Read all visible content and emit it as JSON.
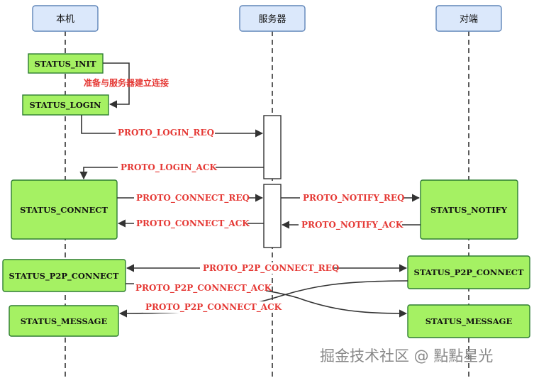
{
  "colors": {
    "state_fill": "#a5f163",
    "state_stroke": "#2e7d32",
    "header_fill": "#dbe8fb",
    "header_stroke": "#5f85b8",
    "message_text": "#e53935",
    "line": "#333333"
  },
  "participants": {
    "local": "本机",
    "server": "服务器",
    "peer": "对端"
  },
  "states": {
    "init": "STATUS_INIT",
    "login": "STATUS_LOGIN",
    "connect": "STATUS_CONNECT",
    "notify": "STATUS_NOTIFY",
    "p2p_local": "STATUS_P2P_CONNECT",
    "p2p_peer": "STATUS_P2P_CONNECT",
    "msg_local": "STATUS_MESSAGE",
    "msg_peer": "STATUS_MESSAGE"
  },
  "note": "准备与服务器建立连接",
  "messages": {
    "login_req": "PROTO_LOGIN_REQ",
    "login_ack": "PROTO_LOGIN_ACK",
    "connect_req": "PROTO_CONNECT_REQ",
    "connect_ack": "PROTO_CONNECT_ACK",
    "notify_req": "PROTO_NOTIFY_REQ",
    "notify_ack": "PROTO_NOTIFY_ACK",
    "p2p_req": "PROTO_P2P_CONNECT_REQ",
    "p2p_ack_1": "PROTO_P2P_CONNECT_ACK",
    "p2p_ack_2": "PROTO_P2P_CONNECT_ACK"
  },
  "watermark": "掘金技术社区 @ 點點星光"
}
